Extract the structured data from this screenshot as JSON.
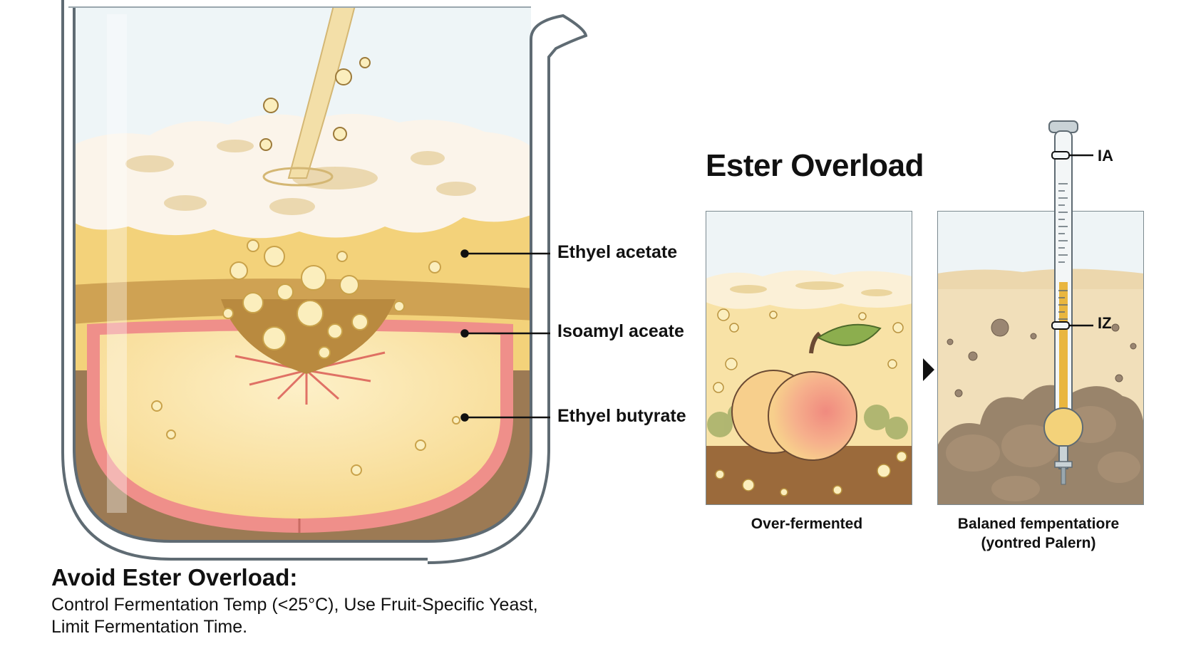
{
  "title": "Ester Overload",
  "beaker_labels": [
    "Ethyel acetate",
    "Isoamyl aceate",
    "Ethyel butyrate"
  ],
  "panels": [
    {
      "caption_lines": [
        "Over-fermented"
      ]
    },
    {
      "caption_lines": [
        "Balaned fempentatiore",
        "(yontred Palern)"
      ]
    }
  ],
  "thermometer_marks": [
    "IA",
    "IZ"
  ],
  "tip": {
    "heading": "Avoid Ester Overload:",
    "lines": [
      "Control Fermentation Temp (<25°C), Use Fruit-Specific Yeast,",
      "Limit Fermentation Time."
    ]
  },
  "colors": {
    "liquid": "#f3d27a",
    "foam": "#fbf4ea",
    "peach_flesh": "#fbe4a8",
    "peach_skin": "#f1a29a",
    "ester_band": "#b98a3f",
    "sediment": "#9c7a54"
  }
}
